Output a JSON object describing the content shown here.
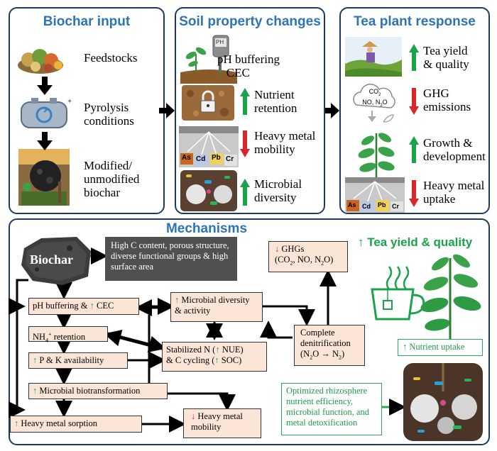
{
  "panels": {
    "biochar_input": {
      "title": "Biochar input",
      "items": [
        "Feedstocks",
        "Pyrolysis",
        "conditions",
        "Modified/",
        "unmodified",
        "biochar"
      ]
    },
    "soil": {
      "title": "Soil property changes",
      "ph_label": "PH",
      "items": {
        "ph": "pH buffering",
        "cec": "CEC",
        "nutrient1": "Nutrient",
        "nutrient2": "retention",
        "hm1": "Heavy metal",
        "hm2": "mobility",
        "micro1": "Microbial",
        "micro2": "diversity"
      },
      "metals": [
        "As",
        "Cd",
        "Pb",
        "Cr"
      ]
    },
    "tea": {
      "title": "Tea plant response",
      "items": {
        "yield1": "Tea yield",
        "yield2": "& quality",
        "ghg1": "GHG",
        "ghg2": "emissions",
        "growth1": "Growth &",
        "growth2": "development",
        "hm1": "Heavy metal",
        "hm2": "uptake"
      },
      "gases": [
        "CO",
        "NO,",
        "N",
        "O"
      ],
      "metals": [
        "As",
        "Cd",
        "Pb",
        "Cr"
      ]
    }
  },
  "mechanisms": {
    "title": "Mechanisms",
    "tea_yield": "↑ Tea yield & quality",
    "biochar_label": "Biochar",
    "biochar_props": "High C content, porous structure, diverse functional groups & high surface area",
    "boxes": {
      "ph": "pH buffering & ",
      "ph_cec": "CEC",
      "nh4": "NH",
      "nh4_rest": " retention",
      "pk": " P & K availability",
      "biotrans": " Microbial biotransformation",
      "sorption": " Heavy metal sorption",
      "micro_div": " Microbial diversity",
      "micro_div2": "& activity",
      "stab1": "Stabilized N (",
      "stab_nue": " NUE)",
      "stab2": "& C cycling (",
      "stab_soc": " SOC)",
      "denit1": "Complete",
      "denit2": "denitrification",
      "denit3": "(N",
      "hm_mob1": " Heavy metal",
      "hm_mob2": "mobility",
      "ghg1": " GHGs",
      "ghg2": "(CO",
      "ghg3": ", NO, N",
      "ghg4": "O)",
      "nutrient_uptake": "↑ Nutrient uptake",
      "rhizo": "Optimized rhizosphere nutrient efficiency, microbial function, and metal detoxification"
    }
  },
  "colors": {
    "title_blue": "#2e74b5",
    "up_green": "#1aa34a",
    "down_red": "#d9262b",
    "box_fill": "#fbe5d6",
    "dark_box": "#505050"
  }
}
